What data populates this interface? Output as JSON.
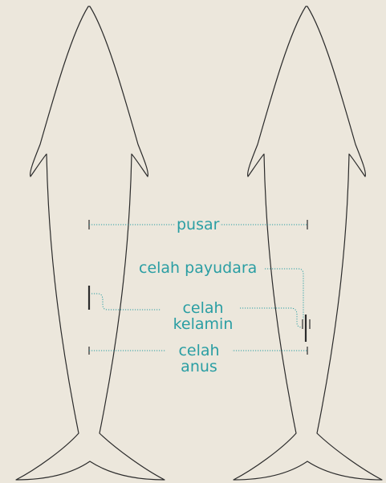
{
  "labels": {
    "navel": "pusar",
    "mammary_slits": "celah payudara",
    "genital_slit": [
      "celah",
      "kelamin"
    ],
    "anal_slit": [
      "celah",
      "anus"
    ]
  },
  "colors": {
    "background": "#ece7dc",
    "outline": "#2b2b2b",
    "label": "#2a9ea3"
  }
}
